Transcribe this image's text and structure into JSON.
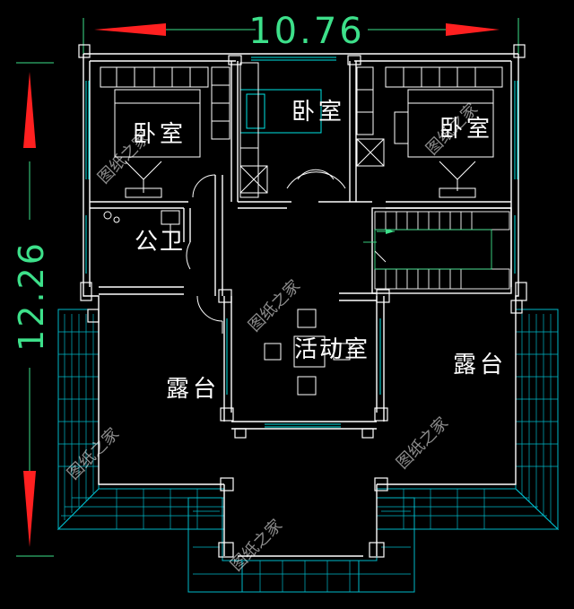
{
  "dimensions": {
    "width_label": "10.76",
    "depth_label": "12.26"
  },
  "rooms": {
    "bedroom_left": "卧室",
    "bedroom_middle": "卧室",
    "bedroom_right": "卧室",
    "bathroom": "公卫",
    "activity_room": "活动室",
    "terrace_left": "露台",
    "terrace_right": "露台"
  },
  "watermark": "图纸之家",
  "colors": {
    "background": "#000000",
    "wall": "#ffffff",
    "fixture": "#00e5e5",
    "dimension": "#3de08a",
    "arrow": "#ff2020"
  }
}
